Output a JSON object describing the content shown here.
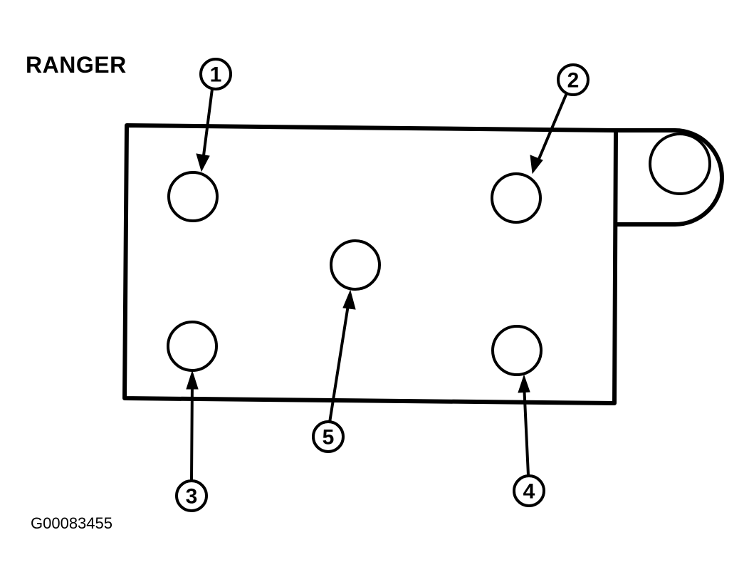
{
  "title": "RANGER",
  "figure_id": "G00083455",
  "callouts": [
    "1",
    "2",
    "3",
    "4",
    "5"
  ],
  "colors": {
    "ink": "#000000",
    "background": "#ffffff"
  }
}
